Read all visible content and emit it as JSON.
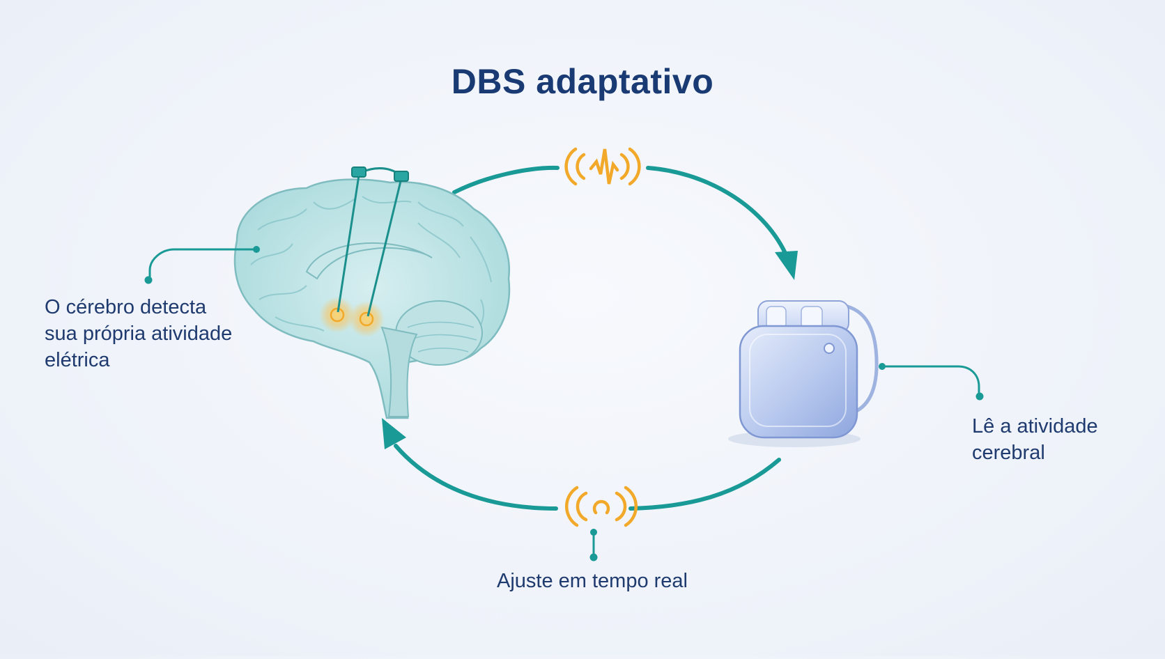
{
  "title": "DBS adaptativo",
  "labels": {
    "brain": [
      "O cérebro detecta",
      "sua própria atividade",
      "elétrica"
    ],
    "device": [
      "Lê a atividade",
      "cerebral"
    ],
    "adjust": "Ajuste em tempo real"
  },
  "colors": {
    "title": "#1a3a73",
    "text": "#1e3a6e",
    "accent": "#1a9a96",
    "signal": "#f2a92a",
    "brain": "#9fd3d4",
    "device": "#9bb2e4"
  },
  "icons": [
    "brain-illustration",
    "electrode-icon",
    "neurostimulator-icon",
    "wireless-signal-icon",
    "wireless-feedback-icon"
  ]
}
